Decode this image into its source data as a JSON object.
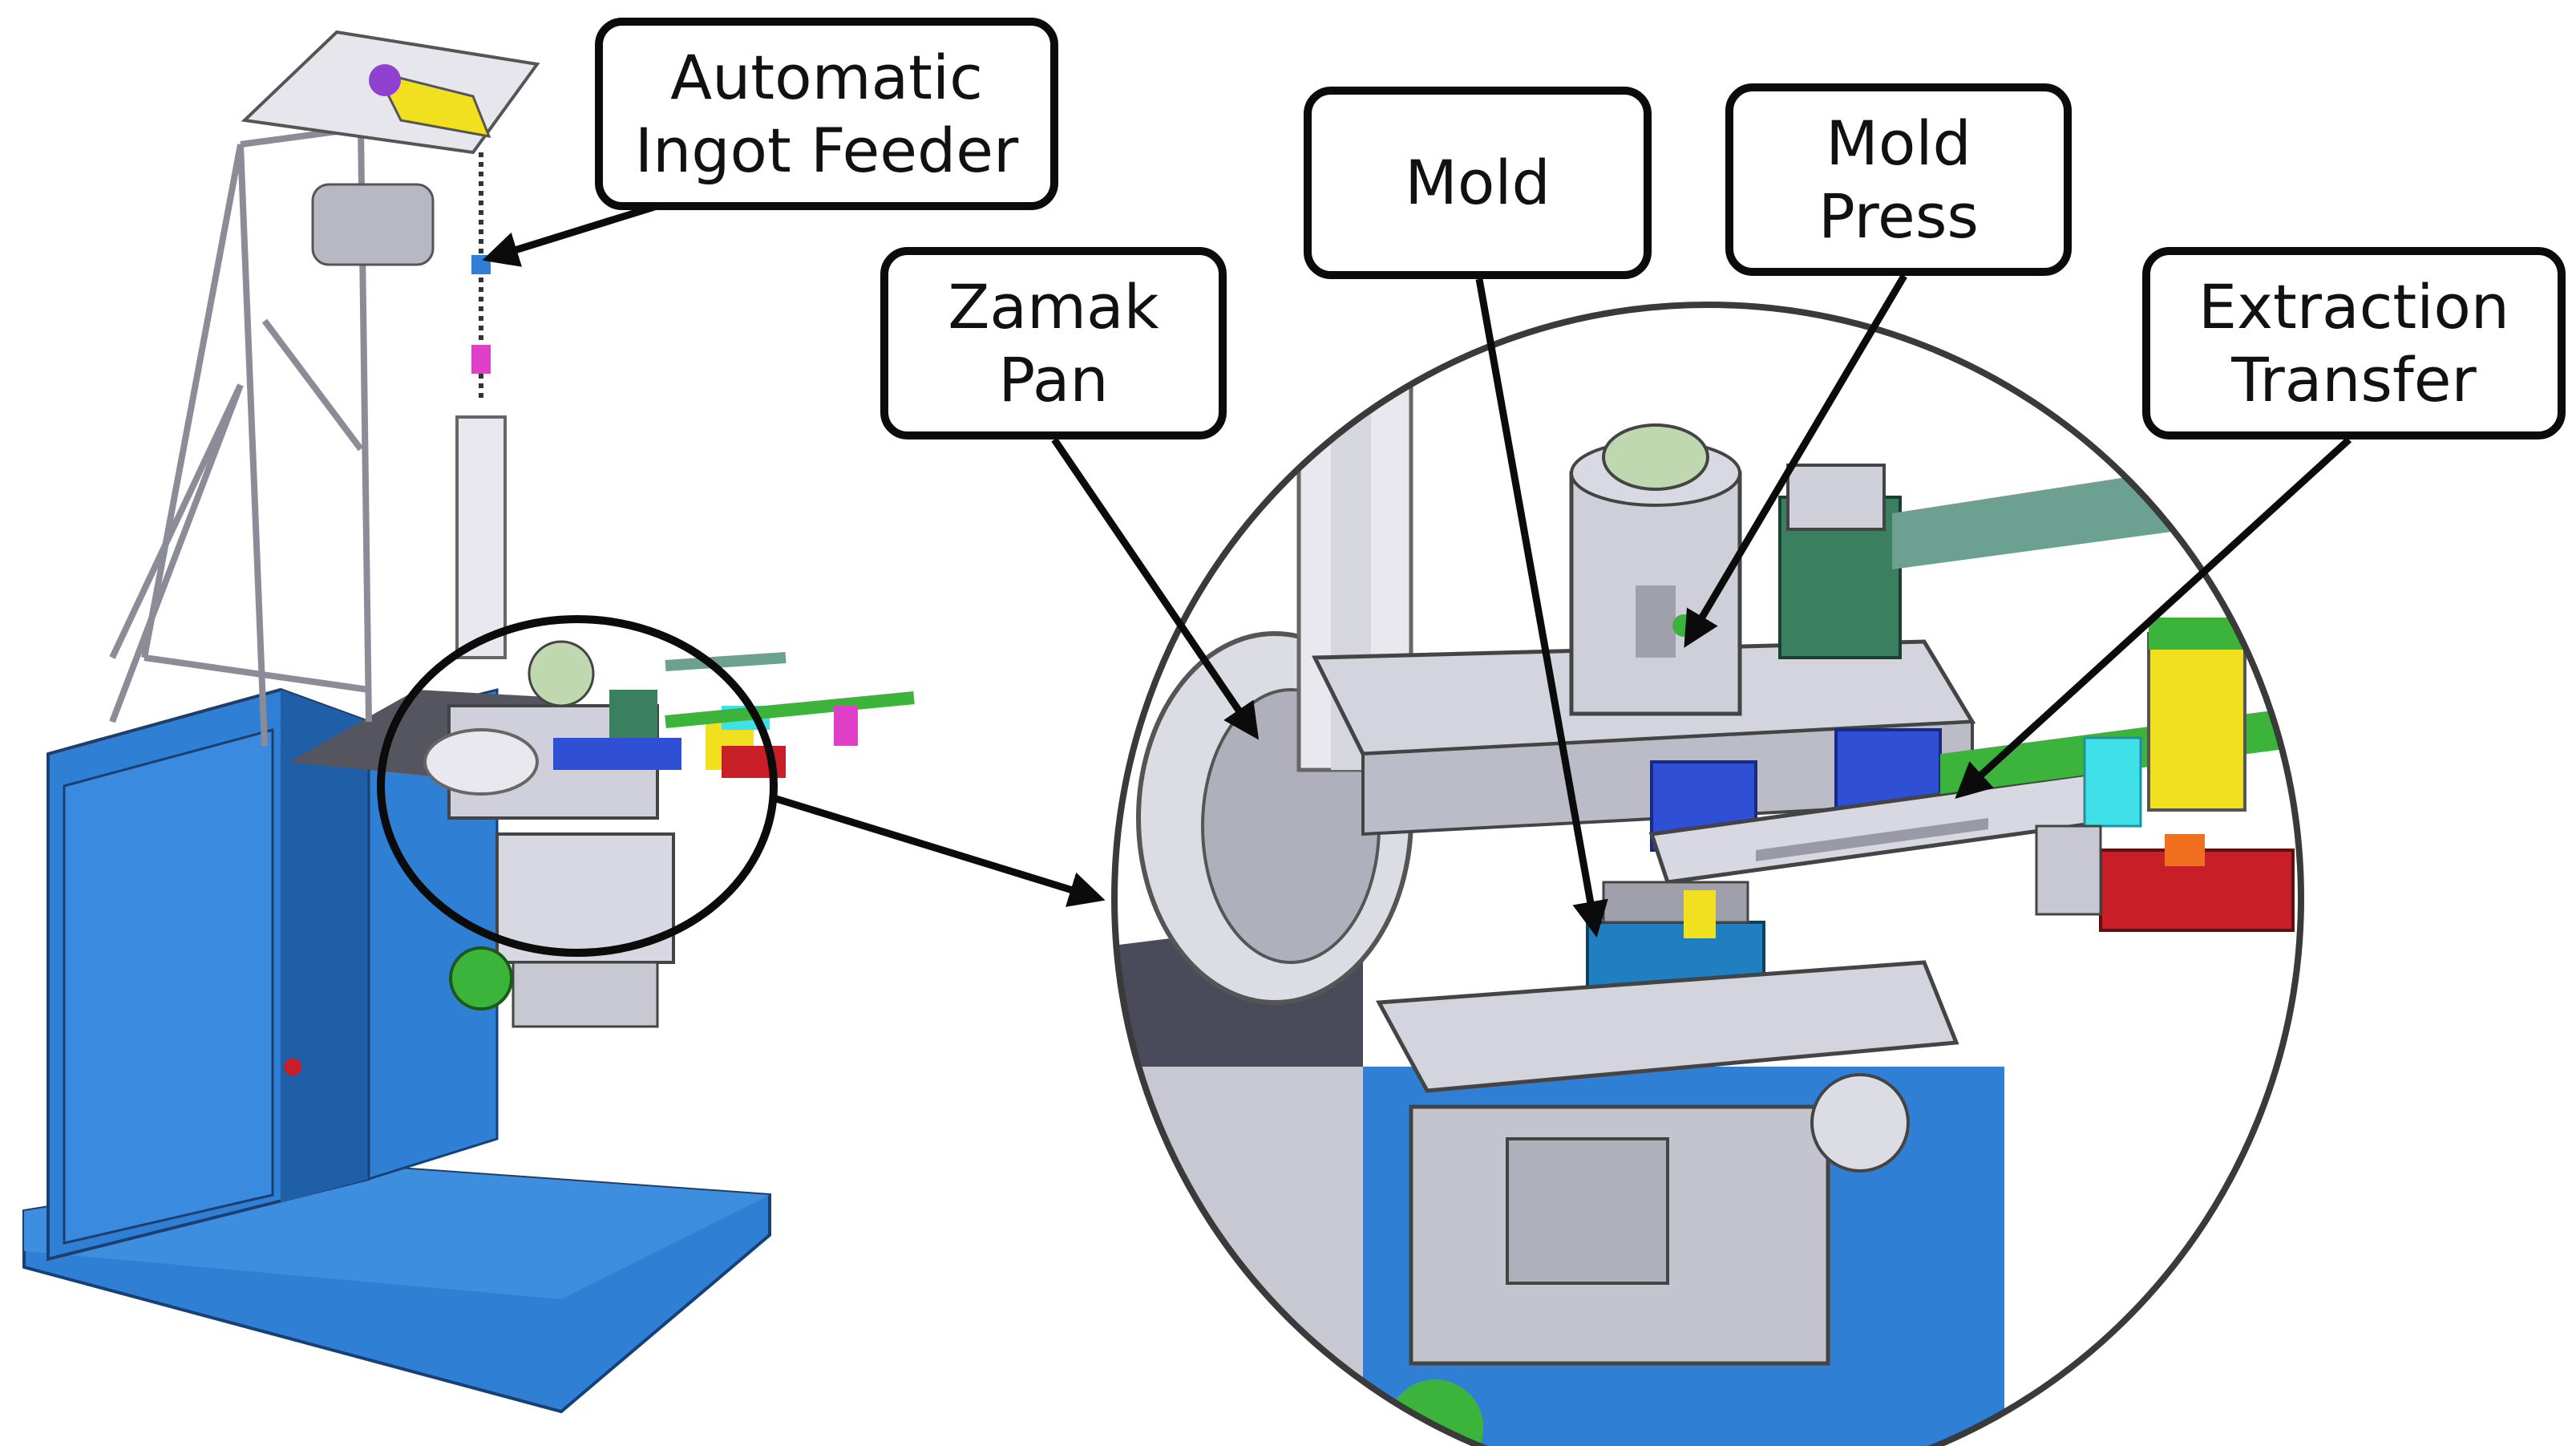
{
  "callouts": {
    "feeder": {
      "line1": "Automatic",
      "line2": "Ingot Feeder"
    },
    "pan": {
      "line1": "Zamak",
      "line2": "Pan"
    },
    "mold": {
      "line1": "Mold"
    },
    "press": {
      "line1": "Mold",
      "line2": "Press"
    },
    "extract": {
      "line1": "Extraction",
      "line2": "Transfer"
    }
  },
  "colors": {
    "machine_base": "#2f7fd4",
    "machine_base_dark": "#1f5fa8",
    "frame": "#c8c8d2",
    "outline": "#0b0b0b",
    "mold_block": "#1f7fbf",
    "accent_yellow": "#f0e020",
    "accent_green": "#3cb43c",
    "accent_red": "#c81e28",
    "accent_magenta": "#e040c8",
    "accent_cyan": "#40e0e8",
    "accent_teal": "#6ca090"
  }
}
